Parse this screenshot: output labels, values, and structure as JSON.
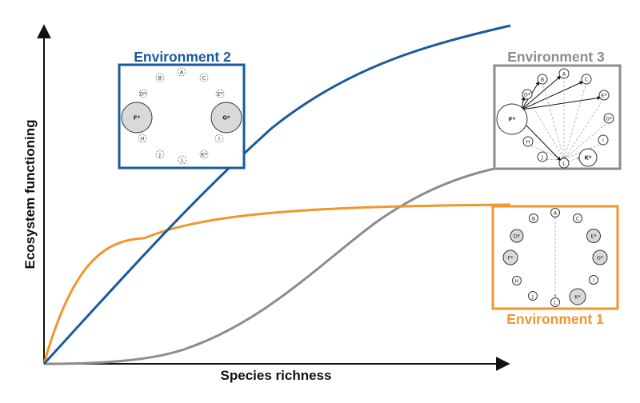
{
  "axes": {
    "x_label": "Species richness",
    "y_label": "Ecosystem functioning"
  },
  "curves": [
    {
      "id": "env2",
      "color": "#1a5a9c"
    },
    {
      "id": "env1",
      "color": "#f0962e"
    },
    {
      "id": "env3",
      "color": "#8c8c8c"
    }
  ],
  "environments": [
    {
      "id": "env2",
      "title": "Environment 2",
      "color": "#1a5a9c",
      "small_nodes": [
        "A",
        "B",
        "C",
        "D*",
        "E*",
        "H",
        "I",
        "J",
        "K*",
        "L"
      ],
      "big_nodes": [
        "F*",
        "G*"
      ]
    },
    {
      "id": "env3",
      "title": "Environment 3",
      "color": "#8c8c8c",
      "small_nodes": [
        "A",
        "B",
        "C",
        "D*",
        "E*",
        "G*",
        "H",
        "I",
        "J",
        "L"
      ],
      "big_nodes": [
        "F*",
        "K*"
      ]
    },
    {
      "id": "env1",
      "title": "Environment 1",
      "color": "#f0962e",
      "small_nodes": [
        "A",
        "B",
        "C",
        "H",
        "I",
        "J",
        "L"
      ],
      "big_nodes": [
        "D*",
        "E*",
        "F*",
        "G*",
        "K*"
      ]
    }
  ]
}
